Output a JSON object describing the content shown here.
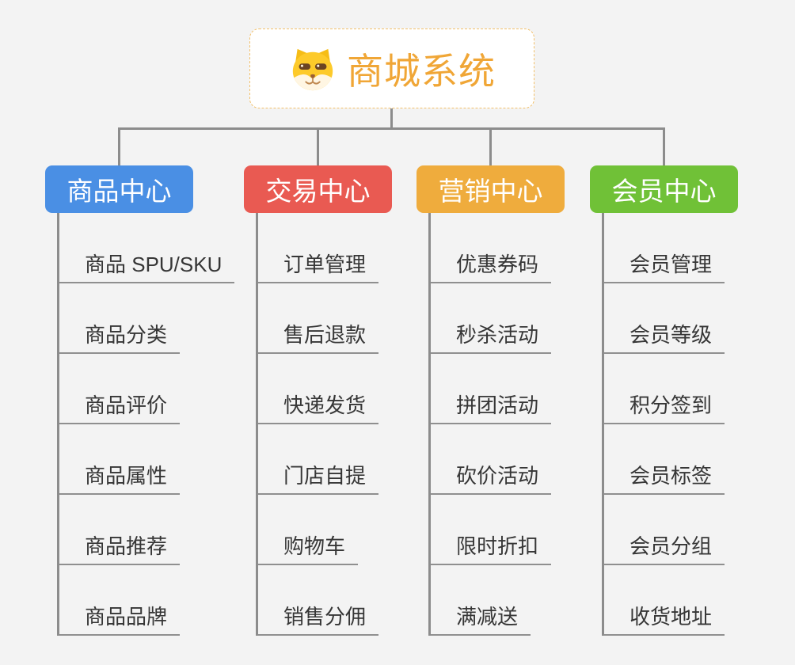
{
  "root": {
    "title": "商城系统",
    "icon": "dog-icon",
    "title_color": "#f0a636",
    "border_color": "#f2c06b",
    "background": "#ffffff"
  },
  "branches": [
    {
      "label": "商品中心",
      "color": "#4a8fe4",
      "items": [
        "商品 SPU/SKU",
        "商品分类",
        "商品评价",
        "商品属性",
        "商品推荐",
        "商品品牌"
      ]
    },
    {
      "label": "交易中心",
      "color": "#e95a52",
      "items": [
        "订单管理",
        "售后退款",
        "快递发货",
        "门店自提",
        "购物车",
        "销售分佣"
      ]
    },
    {
      "label": "营销中心",
      "color": "#efac3d",
      "items": [
        "优惠券码",
        "秒杀活动",
        "拼团活动",
        "砍价活动",
        "限时折扣",
        "满减送"
      ]
    },
    {
      "label": "会员中心",
      "color": "#70c137",
      "items": [
        "会员管理",
        "会员等级",
        "积分签到",
        "会员标签",
        "会员分组",
        "收货地址"
      ]
    }
  ],
  "connector_color": "#8c8c8c",
  "background_color": "#f3f3f3"
}
